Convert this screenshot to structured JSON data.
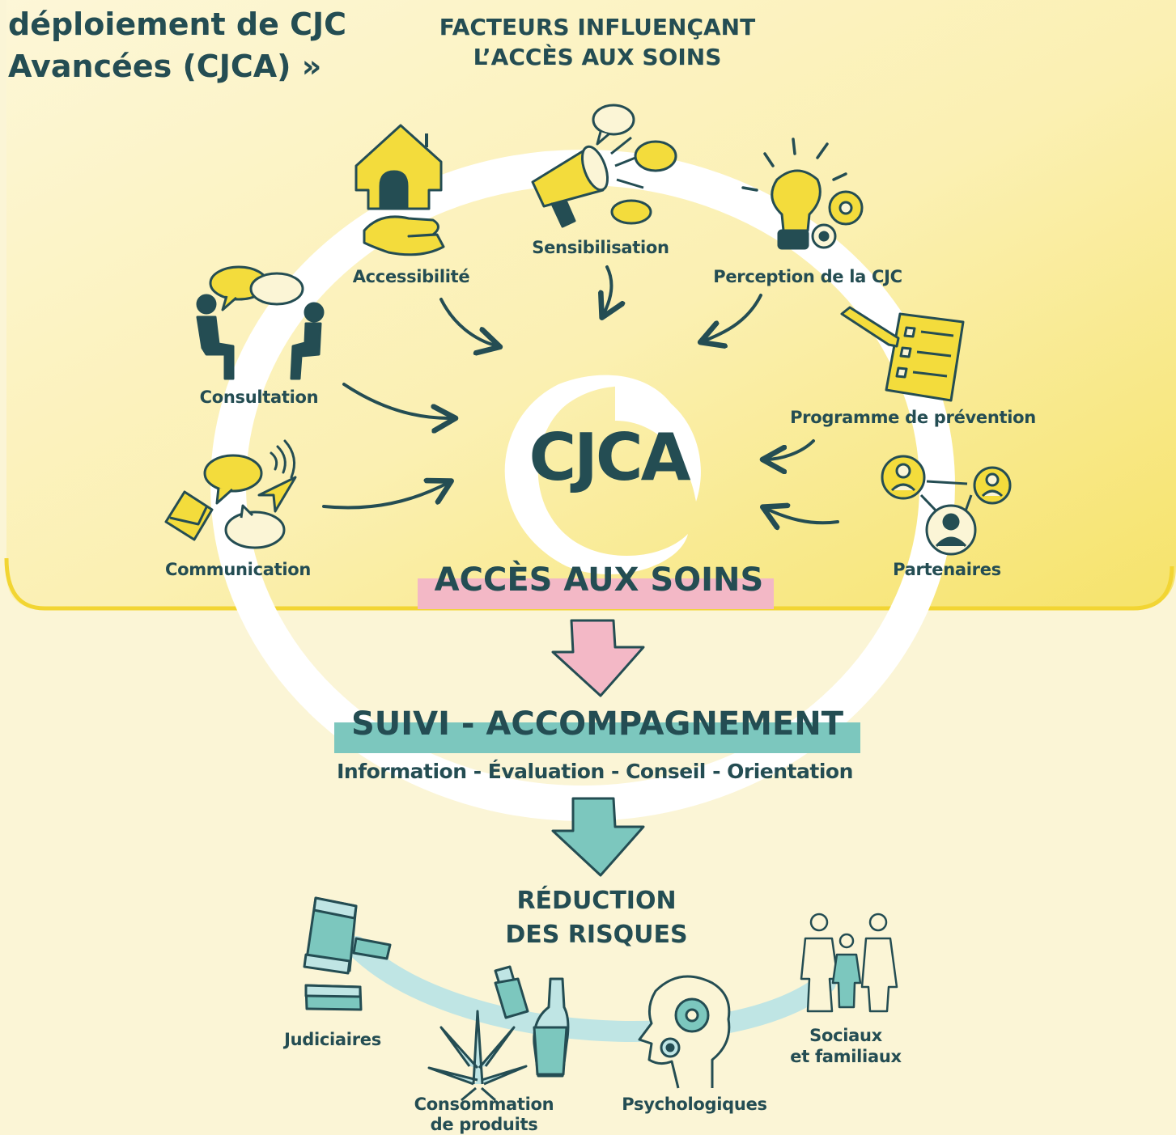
{
  "header": {
    "title_line1": "déploiement de CJC",
    "title_line2": "Avancées (CJCA) »",
    "factors_line1": "FACTEURS INFLUENÇANT",
    "factors_line2": "L’ACCÈS AUX SOINS"
  },
  "factors": {
    "accessibilite": "Accessibilité",
    "sensibilisation": "Sensibilisation",
    "perception": "Perception de la CJC",
    "consultation": "Consultation",
    "programme": "Programme de prévention",
    "communication": "Communication",
    "partenaires": "Partenaires"
  },
  "center": {
    "label": "CJCA"
  },
  "access": {
    "label": "ACCÈS AUX SOINS"
  },
  "suivi": {
    "label": "SUIVI - ACCOMPAGNEMENT",
    "sub": "Information - Évaluation - Conseil - Orientation"
  },
  "reduction": {
    "line1": "RÉDUCTION",
    "line2": "DES RISQUES"
  },
  "risks": {
    "judiciaires": "Judiciaires",
    "consommation_1": "Consommation",
    "consommation_2": "de produits",
    "psychologiques": "Psychologiques",
    "sociaux_1": "Sociaux",
    "sociaux_2": "et familiaux"
  },
  "colors": {
    "dark_teal": "#244d53",
    "yellow": "#f3dc3c",
    "pink": "#f3b8c6",
    "teal": "#7cc7be",
    "light_teal": "#bfe5e4",
    "cream": "#fbf5d6"
  }
}
